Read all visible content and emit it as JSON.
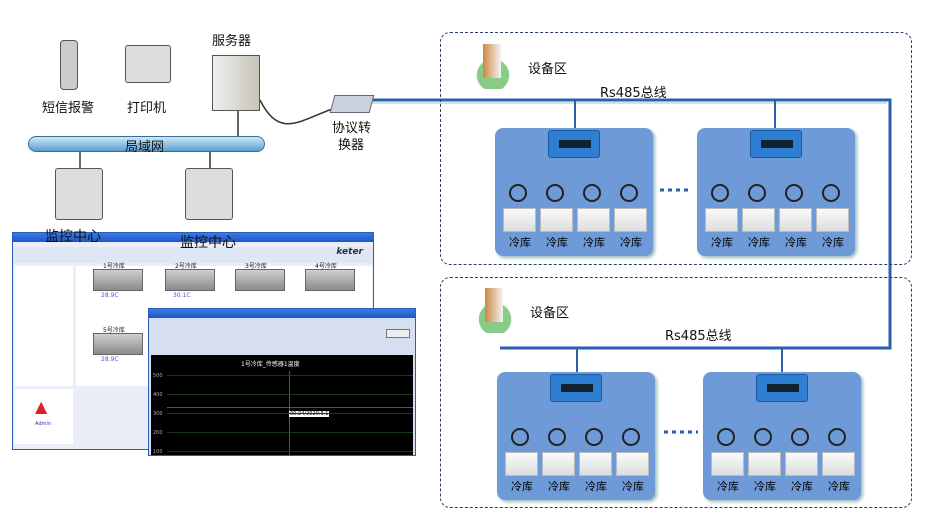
{
  "left": {
    "sms": "短信报警",
    "printer": "打印机",
    "server": "服务器",
    "lan": "局域网",
    "converter_l1": "协议转",
    "converter_l2": "换器",
    "monitor1": "监控中心",
    "monitor2": "监控中心"
  },
  "software": {
    "brand": "keter",
    "rooms": [
      "1号冷库",
      "2号冷库",
      "3号冷库",
      "4号冷库",
      "5号冷库"
    ],
    "temps": [
      "28.9C",
      "30.1C",
      "",
      "",
      "28.9C"
    ],
    "user": "Admin"
  },
  "dialog": {
    "chart_title": "1号冷库_传感器1温度",
    "cursor_label": "00:24/2020:3.1",
    "yticks": [
      "500",
      "400",
      "300",
      "200",
      "100"
    ]
  },
  "zones": [
    {
      "title": "设备区",
      "bus": "Rs485总线",
      "panels": [
        {
          "labels": [
            "冷库",
            "冷库",
            "冷库",
            "冷库"
          ]
        },
        {
          "labels": [
            "冷库",
            "冷库",
            "冷库",
            "冷库"
          ]
        }
      ]
    },
    {
      "title": "设备区",
      "bus": "Rs485总线",
      "panels": [
        {
          "labels": [
            "冷库",
            "冷库",
            "冷库",
            "冷库"
          ]
        },
        {
          "labels": [
            "冷库",
            "冷库",
            "冷库",
            "冷库"
          ]
        }
      ]
    }
  ],
  "colors": {
    "bus": "#2b5fb0",
    "panel": "#6f9ad8",
    "zone_border": "#2a3f66"
  }
}
